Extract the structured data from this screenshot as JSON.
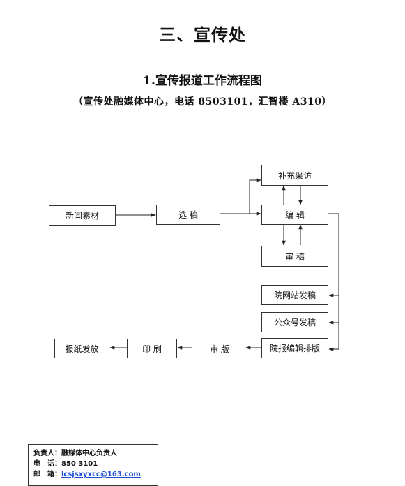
{
  "heading": "三、宣传处",
  "subheading": "1.宣传报道工作流程图",
  "contact_line": "（宣传处融媒体中心，电话 8503101，汇智楼 A310）",
  "nodes": {
    "news_material": "新闻素材",
    "select_draft": "选 稿",
    "supplement_interview": "补充采访",
    "edit": "编  辑",
    "review_draft": "审  稿",
    "site_publish": "院网站发稿",
    "wechat_publish": "公众号发稿",
    "newspaper_layout": "院报编辑排版",
    "review_layout": "审 版",
    "print": "印 刷",
    "newspaper_distribute": "报纸发放"
  },
  "footer": {
    "person_label": "负责人：",
    "person_value": "融媒体中心负责人",
    "phone_label": "电　话：",
    "phone_value": "850 3101",
    "email_label": "邮　箱：",
    "email_value": "lcsjsxyxcc@163.com"
  }
}
